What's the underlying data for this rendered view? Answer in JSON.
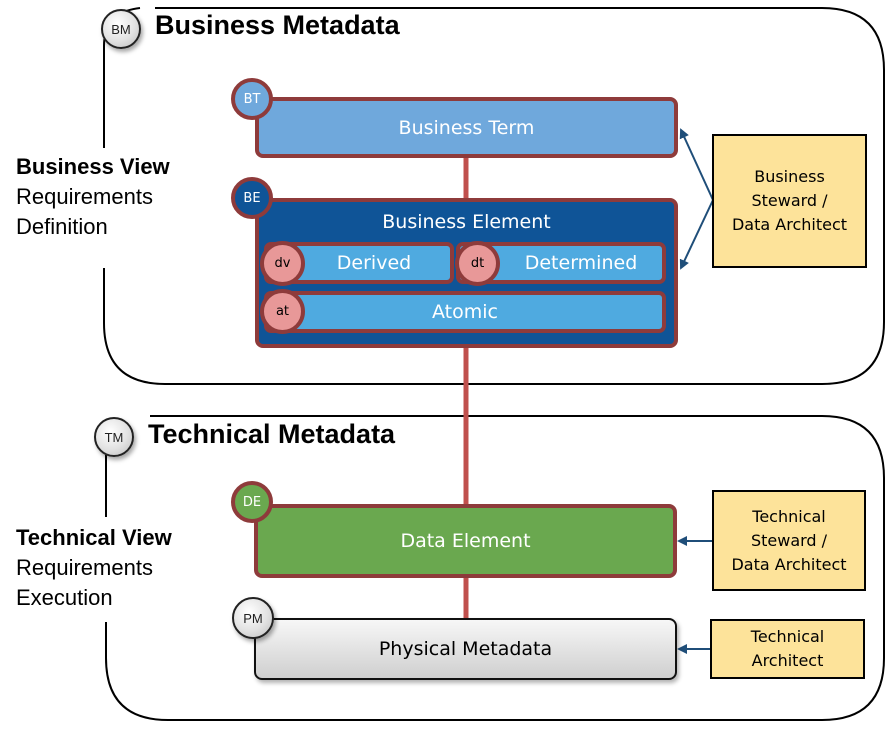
{
  "business_panel": {
    "badge": "BM",
    "title": "Business Metadata",
    "view": {
      "heading": "Business View",
      "line1": "Requirements",
      "line2": "Definition"
    }
  },
  "technical_panel": {
    "badge": "TM",
    "title": "Technical Metadata",
    "view": {
      "heading": "Technical View",
      "line1": "Requirements",
      "line2": "Execution"
    }
  },
  "nodes": {
    "business_term": {
      "badge": "BT",
      "label": "Business Term",
      "color": "#6fa8dc"
    },
    "business_element": {
      "badge": "BE",
      "label": "Business Element",
      "color": "#0f5497",
      "children": [
        {
          "badge": "dv",
          "label": "Derived"
        },
        {
          "badge": "dt",
          "label": "Determined"
        },
        {
          "badge": "at",
          "label": "Atomic"
        }
      ],
      "child_color": "#4faae0",
      "child_badge_color": "#e89898"
    },
    "data_element": {
      "badge": "DE",
      "label": "Data Element",
      "color": "#6aa84f"
    },
    "physical_metadata": {
      "badge": "PM",
      "label": "Physical Metadata"
    }
  },
  "roles": {
    "business_steward": {
      "line1": "Business",
      "line2": "Steward /",
      "line3": "Data Architect"
    },
    "technical_steward": {
      "line1": "Technical",
      "line2": "Steward /",
      "line3": "Data Architect"
    },
    "technical_architect": {
      "line1": "Technical",
      "line2": "Architect"
    }
  },
  "colors": {
    "connector": "#c0504d",
    "node_border": "#8e3b3b",
    "arrow": "#1f4e79",
    "role_fill": "#fde39a"
  }
}
